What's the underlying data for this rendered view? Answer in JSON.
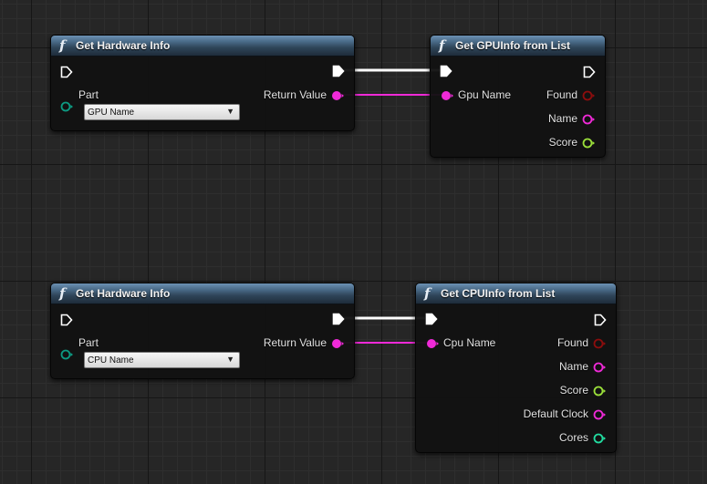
{
  "colors": {
    "exec": "#ffffff",
    "string_pin": "#f02ad8",
    "bool_pin": "#8c0d0d",
    "float_pin": "#9be03a",
    "enum_pin": "#0d9a82",
    "int_pin": "#22dca0",
    "header": "#4a6b88"
  },
  "icons": {
    "function": "function-icon",
    "exec": "exec-pin-icon",
    "data": "data-pin-icon"
  },
  "nodes": {
    "gpu_hw": {
      "icon": "f",
      "title": "Get Hardware Info",
      "part_label": "Part",
      "part_value": "GPU Name",
      "return_label": "Return Value"
    },
    "gpu_info": {
      "icon": "f",
      "title": "Get GPUInfo from List",
      "input_label": "Gpu Name",
      "outputs": [
        "Found",
        "Name",
        "Score"
      ]
    },
    "cpu_hw": {
      "icon": "f",
      "title": "Get Hardware Info",
      "part_label": "Part",
      "part_value": "CPU Name",
      "return_label": "Return Value"
    },
    "cpu_info": {
      "icon": "f",
      "title": "Get CPUInfo from List",
      "input_label": "Cpu Name",
      "outputs": [
        "Found",
        "Name",
        "Score",
        "Default Clock",
        "Cores"
      ]
    }
  }
}
